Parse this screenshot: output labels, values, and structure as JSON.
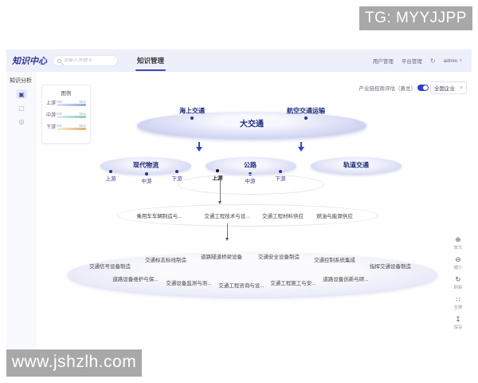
{
  "watermarks": {
    "top": "TG: MYYJJPP",
    "bottom": "www.jshzlh.com"
  },
  "colors": {
    "navbar_bg": "#edeffa",
    "accent": "#3d49b2",
    "node_text": "#1b2a80",
    "arrow": "#3b42c0",
    "ellipse_edge": "#b8bfe9",
    "toggle_on": "#2f3fc0"
  },
  "navbar": {
    "logo": "知识中心",
    "search_placeholder": "请输入关键字",
    "tab": "知识管理",
    "links": [
      {
        "label": "用户管理"
      },
      {
        "label": "平台管理"
      }
    ],
    "refresh_glyph": "↻",
    "user": "admin",
    "user_chevron": "∨"
  },
  "sidebar": {
    "title": "知识分析",
    "icons": [
      {
        "name": "list-icon",
        "glyph": "▣"
      },
      {
        "name": "graph-icon",
        "glyph": "▢"
      },
      {
        "name": "settings-icon",
        "glyph": "◎"
      }
    ]
  },
  "legend": {
    "title": "图例",
    "rows": [
      {
        "label": "上游",
        "min": "Min",
        "max": "Max",
        "from": "#dbe4f9",
        "to": "#87a7ea"
      },
      {
        "label": "中游",
        "min": "Min",
        "max": "Max",
        "from": "#dff2f0",
        "to": "#83c9bf"
      },
      {
        "label": "下游",
        "min": "Min",
        "max": "Max",
        "from": "#f9eedd",
        "to": "#e5ad62"
      }
    ]
  },
  "canvas_header": {
    "eval_label": "产业链招商评估（勇总）",
    "region": "全国企业",
    "region_chevron": "∨"
  },
  "graph": {
    "root": "大交通",
    "root_subs": [
      "海上交通",
      "航空交通运输"
    ],
    "tier2": [
      "现代物流",
      "公路",
      "轨道交通"
    ],
    "streams": [
      "上游",
      "中游",
      "下游"
    ],
    "tier3": [
      "乘用车车辆制造与...",
      "交通工程技术与设...",
      "交通工程材料供应",
      "燃油与能源供应"
    ],
    "tier4_row1": [
      "交通信号设备制造",
      "交通标志标线制造",
      "道路隧道桥梁设备",
      "交通安全设备制造",
      "交通控制系统集成",
      "指挥交通设备制造"
    ],
    "tier4_row2": [
      "道路设备维护与保...",
      "交通设备监测与测...",
      "交通工程咨询与设...",
      "交通工程施工与安...",
      "道路设备创新与研..."
    ]
  },
  "toolbar": [
    {
      "name": "zoom-in",
      "glyph": "⊕",
      "label": "放大"
    },
    {
      "name": "zoom-out",
      "glyph": "⊖",
      "label": "缩小"
    },
    {
      "name": "refresh",
      "glyph": "↻",
      "label": "刷新"
    },
    {
      "name": "fullscreen",
      "glyph": "∷",
      "label": "全屏"
    },
    {
      "name": "save",
      "glyph": "↧",
      "label": "保存"
    }
  ]
}
